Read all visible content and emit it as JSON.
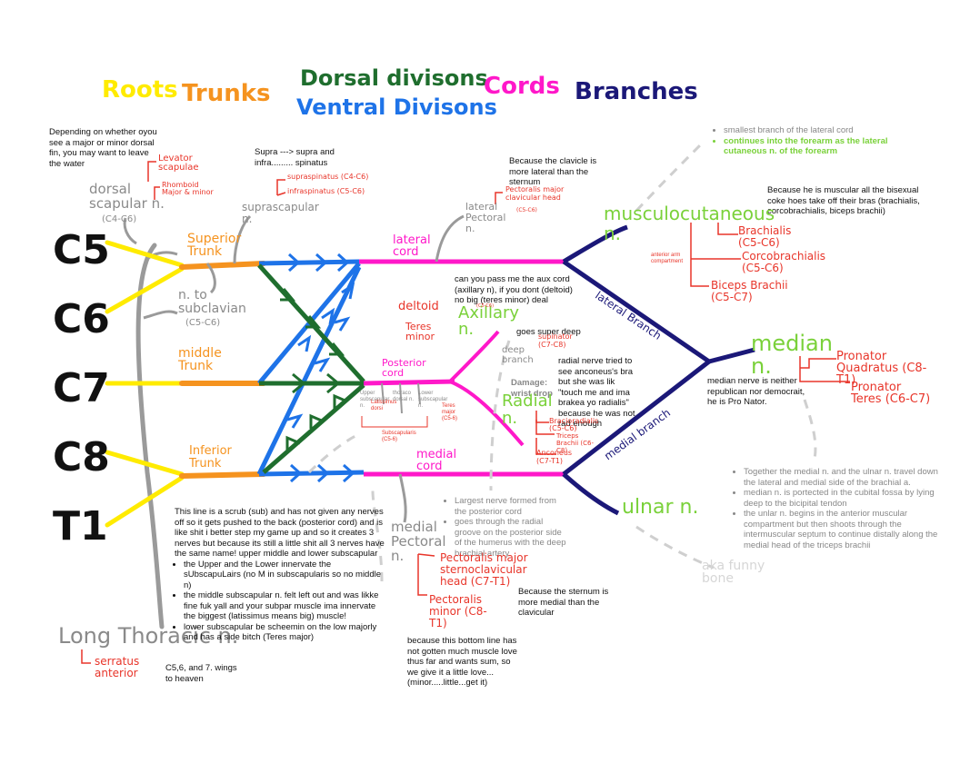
{
  "legend": {
    "roots": "Roots",
    "trunks": "Trunks",
    "dorsal": "Dorsal divisons",
    "ventral": "Ventral Divisons",
    "cords": "Cords",
    "branches": "Branches"
  },
  "colors": {
    "roots": "#ffeb00",
    "trunks": "#f5931f",
    "dorsal": "#1f6e2e",
    "ventral": "#1e73e8",
    "cords": "#ff18c9",
    "branches": "#1b1878",
    "nerve_gray": "#9a9a9a",
    "muscle_red": "#e8352a",
    "terminal_green": "#7ad13a"
  },
  "roots": [
    "C5",
    "C6",
    "C7",
    "C8",
    "T1"
  ],
  "trunks": {
    "superior": "Superior Trunk",
    "middle": "middle Trunk",
    "inferior": "Inferior Trunk"
  },
  "cords": {
    "lateral": "lateral cord",
    "posterior": "Posterior cord",
    "medial": "medial cord"
  },
  "branches": {
    "lateral": "lateral Branch",
    "medial": "medial branch"
  },
  "dorsal_scapular": {
    "name": "dorsal scapular n.",
    "roots": "(C4-C6)",
    "note": "Depending on whether oyou see a major or minor dorsal fin, you may want to leave the water",
    "muscles": [
      "Levator scapulae",
      "Rhomboid Major & minor"
    ]
  },
  "suprascapular": {
    "name": "suprascapular n.",
    "note": "Supra ---> supra and infra......... spinatus",
    "muscles": [
      "supraspinatus (C4-C6)",
      "infraspinatus (C5-C6)"
    ]
  },
  "subclavian": {
    "name": "n. to subclavian",
    "roots": "(C5-C6)"
  },
  "long_thoracic": {
    "name": "Long Thoracic n.",
    "muscle": "serratus anterior",
    "note": "C5,6, and 7. wings to heaven"
  },
  "lateral_pectoral": {
    "name": "lateral Pectoral n.",
    "muscle": "Pectoralis major clavicular head",
    "roots": "(C5-C6)",
    "note": "Because the clavicle is more lateral than the sternum"
  },
  "axillary": {
    "name": "Axillary n.",
    "roots": "(C5-C6)",
    "muscles": [
      "deltoid",
      "Teres minor"
    ],
    "note": "can you pass me the aux cord (axillary n), if you dont (deltoid) no big (teres minor) deal"
  },
  "radial": {
    "name": "Radial n.",
    "deep_branch": "deep branch",
    "deep_note": "goes super deep",
    "supinator": "supinator (C7-C8)",
    "damage": "Damage: wrist drop",
    "muscles": [
      "Bracioradialis (C5-C6)",
      "Triceps Brachii (C6-C8)",
      "Anconeus (C7-T1)"
    ],
    "note": "radial nerve tried to see anconeus's bra but she was lik \"touch me and ima brakea yo radialis\" because he was not rad enough",
    "bullets": [
      "Largest nerve formed from the posterior cord",
      "goes through the radial groove on the posterior side of the humerus with the deep brachial artery"
    ]
  },
  "subscapular": {
    "upper": "Upper subscapular n.",
    "lower": "Lower subscapular n.",
    "thoraco": "thoraco dorsal n.",
    "lats": "Latissimus dorsi",
    "teres": "Teres major (C5-6)",
    "subscap": "Subscapularis (C5-6)",
    "note_intro": "This line is a scrub (sub) and has not given any nerves off so it gets pushed to the back (posterior cord) and is like shit i better step my game up and so it creates 3 nerves but because its still a little shit all 3 nerves have the same name! upper middle and lower subscapular",
    "bullets": [
      "the Upper and the Lower innervate the sUbscapuLairs (no M in subscapularis so no middle n)",
      "the middle subscapular n. felt left out and was likke fine fuk yall and your subpar muscle ima innervate the biggest (latissimus means big) muscle!",
      "lower subscapular be scheemin on the low majorly and has a side bitch (Teres major)"
    ]
  },
  "medial_pectoral": {
    "name": "medial Pectoral n.",
    "muscles": [
      "Pectoralis major sternoclavicular head (C7-T1)",
      "Pectoralis minor (C8-T1)"
    ],
    "note": "Because the sternum is more medial than the clavicular",
    "note2": "because this bottom line has not gotten much muscle love thus far and wants sum, so we give it a little love... (minor.....little...get it)"
  },
  "musculocutaneous": {
    "name": "musculocutaneous n.",
    "compartment": "anterior arm compartment",
    "muscles": [
      "Brachialis (C5-C6)",
      "Corcobrachialis (C5-C6)",
      "Biceps Brachii (C5-C7)"
    ],
    "note": "Because he is muscular all the bisexual coke hoes take off their bras (brachialis, corcobrachialis, biceps brachii)",
    "bullets": [
      "smallest branch of the lateral cord",
      "continues into the forearm as the lateral cutaneous n. of the forearm"
    ]
  },
  "median": {
    "name": "median n.",
    "muscles": [
      "Pronator Quadratus (C8-T1)",
      "Pronator Teres (C6-C7)"
    ],
    "note": "median nerve is neither republican nor democrait, he is Pro Nator."
  },
  "ulnar": {
    "name": "ulnar n.",
    "aka": "aka funny bone",
    "bullets": [
      "Together the medial n. and the ulnar n. travel down the lateral and medial side of the brachial a.",
      "median n. is portected in the cubital fossa by lying deep to the bicipital tendon",
      "the unlar n. begins in the anterior muscular compartment but then shoots through the intermuscular septum to continue distally along the medial head of the triceps brachii"
    ]
  }
}
